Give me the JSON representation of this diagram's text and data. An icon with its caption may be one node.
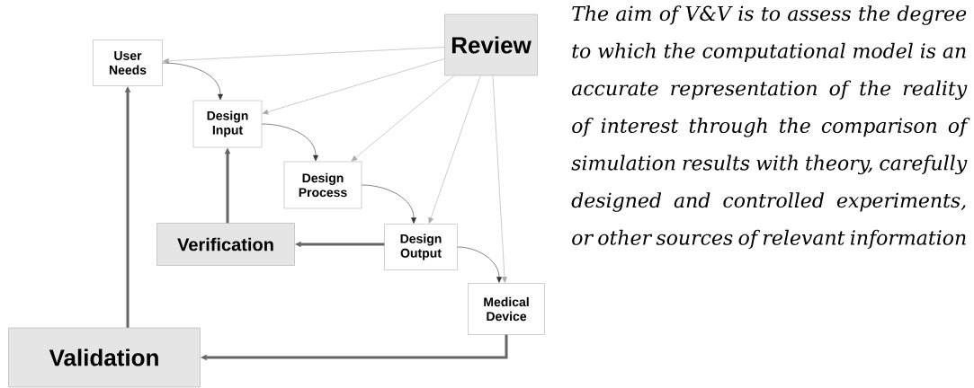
{
  "diagram": {
    "nodes": [
      {
        "text": [
          "User Needs"
        ]
      },
      {
        "text": [
          "Design Input"
        ]
      },
      {
        "text": [
          "Design Process"
        ]
      },
      {
        "text": [
          "Review"
        ]
      },
      {
        "text": [
          "Verification"
        ]
      },
      {
        "text": [
          "Design Output"
        ]
      },
      {
        "text": [
          "Medical Device"
        ]
      },
      {
        "text": [
          "Validation"
        ]
      }
    ],
    "edges": [
      {
        "from": 3,
        "to": 0,
        "arrow": "to",
        "color": "#aaaaaa"
      },
      {
        "from": 3,
        "to": 1,
        "arrow": "to",
        "color": "#aaaaaa"
      },
      {
        "from": 3,
        "to": 2,
        "arrow": "to",
        "color": "#aaaaaa"
      },
      {
        "from": 3,
        "to": 5,
        "arrow": "to",
        "color": "#aaaaaa"
      },
      {
        "from": 3,
        "to": 6,
        "arrow": "to",
        "color": "#aaaaaa"
      },
      {
        "from": 0,
        "to": 1,
        "arrow": "to",
        "color": "#333333"
      },
      {
        "from": 1,
        "to": 2,
        "arrow": "to",
        "color": "#333333"
      },
      {
        "from": 2,
        "to": 5,
        "arrow": "to",
        "color": "#333333"
      },
      {
        "from": 5,
        "to": 6,
        "arrow": "to",
        "color": "#333333"
      },
      {
        "from": 4,
        "to": 1,
        "arrow": "to",
        "style": "thick",
        "color": "#666666"
      },
      {
        "from": 5,
        "to": 4,
        "arrow": "to",
        "style": "thick",
        "color": "#666666"
      },
      {
        "from": 7,
        "to": 0,
        "arrow": "to",
        "style": "thick",
        "color": "#666666"
      },
      {
        "from": 6,
        "to": 7,
        "arrow": "to",
        "style": "thick",
        "color": "#666666"
      }
    ],
    "labels": [
      "The aim of V&V is to assess the degree to which the computational model is an accurate representation of the reality of interest through the comparison of simulation results with theory, carefully designed and controlled experiments, or other sources of relevant information"
    ]
  }
}
